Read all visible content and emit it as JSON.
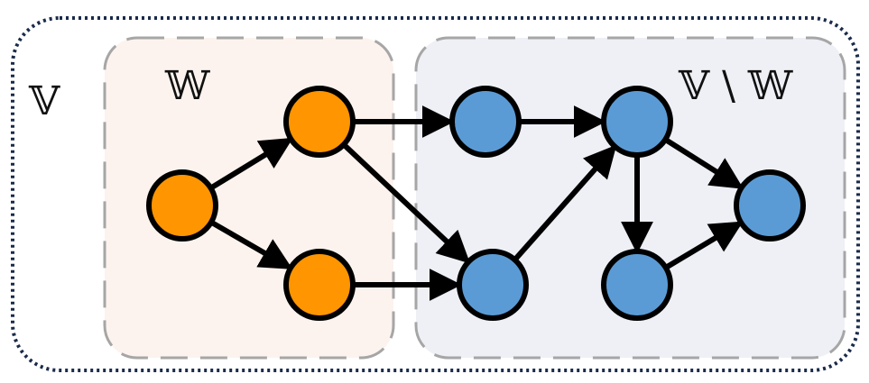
{
  "labels": {
    "outer_set": "𝕍",
    "subset_w": "𝕎",
    "complement": "𝕍 \\ 𝕎"
  },
  "colors": {
    "subset_w_node": "#ff9500",
    "complement_node": "#5b9bd5",
    "subset_w_region": "#fcf3ee",
    "complement_region": "#eef0f5",
    "outer_border": "#1a2b4a",
    "region_border": "#a6a6a6"
  },
  "nodes": [
    {
      "id": "w1",
      "group": "subset_w"
    },
    {
      "id": "w2",
      "group": "subset_w"
    },
    {
      "id": "w3",
      "group": "subset_w"
    },
    {
      "id": "b1",
      "group": "complement"
    },
    {
      "id": "b2",
      "group": "complement"
    },
    {
      "id": "b3",
      "group": "complement"
    },
    {
      "id": "b4",
      "group": "complement"
    },
    {
      "id": "b5",
      "group": "complement"
    }
  ],
  "edges": [
    {
      "from": "w1",
      "to": "w2"
    },
    {
      "from": "w1",
      "to": "w3"
    },
    {
      "from": "w2",
      "to": "b1"
    },
    {
      "from": "w2",
      "to": "b2"
    },
    {
      "from": "w3",
      "to": "b2"
    },
    {
      "from": "b1",
      "to": "b3"
    },
    {
      "from": "b2",
      "to": "b3"
    },
    {
      "from": "b3",
      "to": "b4"
    },
    {
      "from": "b3",
      "to": "b5"
    },
    {
      "from": "b4",
      "to": "b5"
    }
  ]
}
